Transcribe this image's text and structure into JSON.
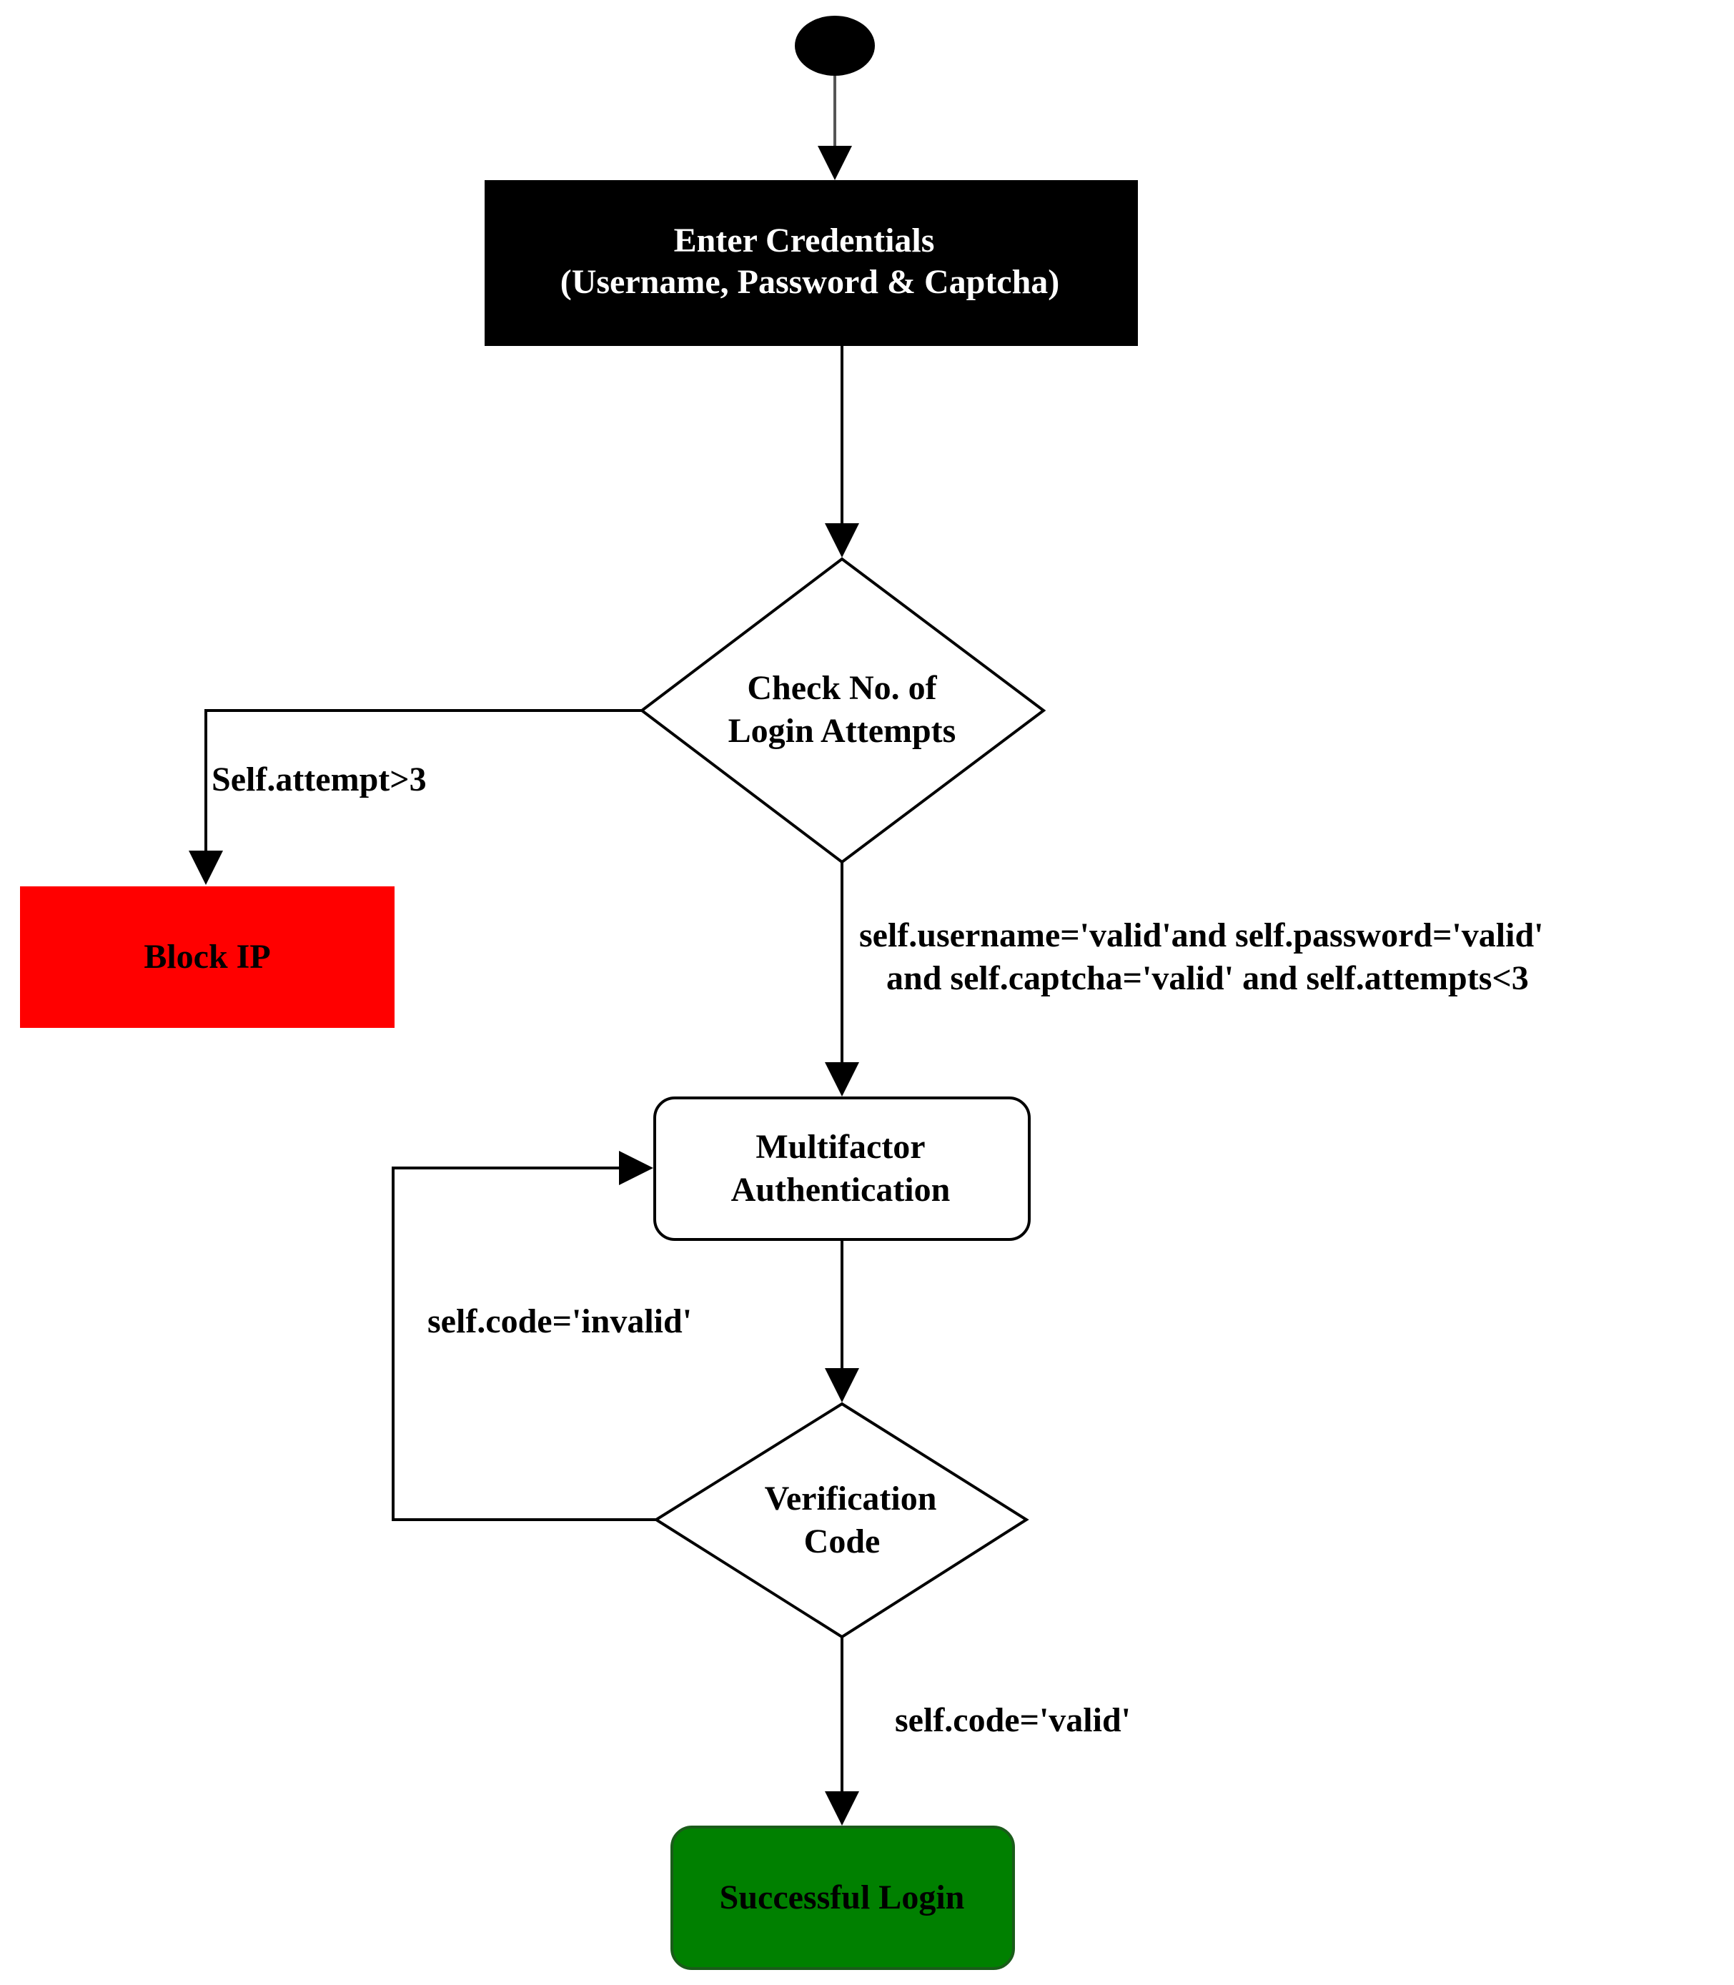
{
  "nodes": {
    "credentials": {
      "line1": "Enter Credentials",
      "line2": "(Username, Password & Captcha)"
    },
    "check_attempts": {
      "line1": "Check No. of",
      "line2": "Login Attempts"
    },
    "block_ip": {
      "label": "Block IP"
    },
    "mfa": {
      "line1": "Multifactor",
      "line2": "Authentication"
    },
    "verification": {
      "line1": "Verification",
      "line2": "Code"
    },
    "success": {
      "label": "Successful Login"
    }
  },
  "edges": {
    "block_condition": "Self.attempt>3",
    "valid_condition_line1": "self.username='valid'and self.password='valid'",
    "valid_condition_line2": "and self.captcha='valid' and self.attempts<3",
    "invalid_code": "self.code='invalid'",
    "valid_code": "self.code='valid'"
  },
  "colors": {
    "credentials_fill": "#000000",
    "block_ip_fill": "#ff0000",
    "success_fill": "#008000",
    "line": "#000000"
  }
}
